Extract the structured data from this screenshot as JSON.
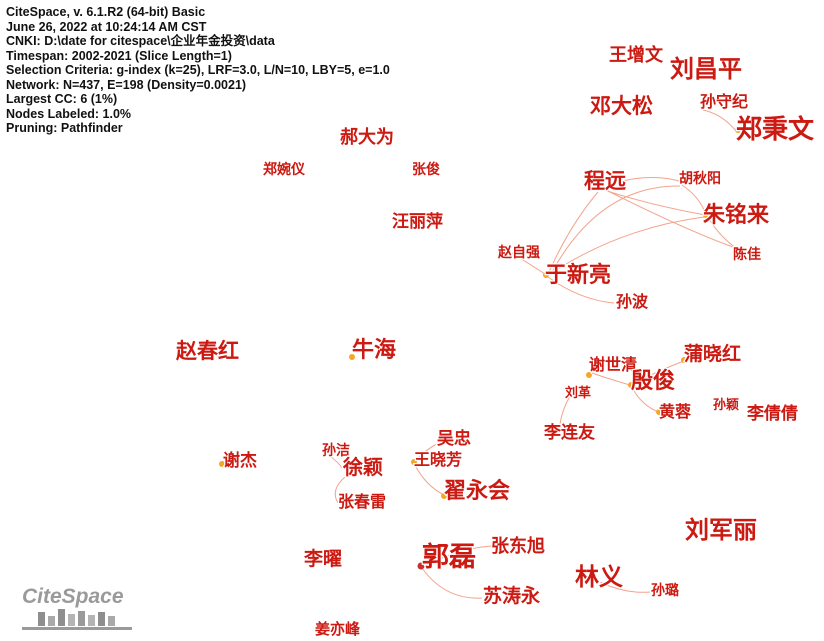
{
  "header": {
    "lines": [
      "CiteSpace, v. 6.1.R2 (64-bit) Basic",
      "June 26, 2022 at 10:24:14 AM CST",
      "CNKI: D:\\date for citespace\\企业年金投资\\data",
      "Timespan: 2002-2021 (Slice Length=1)",
      "Selection Criteria: g-index (k=25), LRF=3.0, L/N=10, LBY=5, e=1.0",
      "Network: N=437, E=198 (Density=0.0021)",
      "Largest CC: 6 (1%)",
      "Nodes Labeled: 1.0%",
      "Pruning: Pathfinder"
    ]
  },
  "logo": {
    "text": "CiteSpace"
  },
  "colors": {
    "label": "#cc1a12",
    "node": "#f5a623",
    "node_dark": "#c8302a",
    "link": "#f4a38c",
    "link_light": "#f7c39a"
  },
  "nodes": [
    {
      "id": "wangzengwen",
      "label": "王增文",
      "size": 18
    },
    {
      "id": "liuchangping",
      "label": "刘昌平",
      "size": 24
    },
    {
      "id": "dengdasong",
      "label": "邓大松",
      "size": 21
    },
    {
      "id": "sunshouji",
      "label": "孙守纪",
      "size": 16
    },
    {
      "id": "zhengbingwen",
      "label": "郑秉文",
      "size": 26
    },
    {
      "id": "haodawei",
      "label": "郝大为",
      "size": 18
    },
    {
      "id": "zhengwanyi",
      "label": "郑婉仪",
      "size": 14
    },
    {
      "id": "zhangjun",
      "label": "张俊",
      "size": 14
    },
    {
      "id": "chengyuan",
      "label": "程远",
      "size": 21
    },
    {
      "id": "huqiuyang",
      "label": "胡秋阳",
      "size": 14
    },
    {
      "id": "zhumingai",
      "label": "朱铭来",
      "size": 22
    },
    {
      "id": "wangliping",
      "label": "汪丽萍",
      "size": 17
    },
    {
      "id": "zhaoziqiang",
      "label": "赵自强",
      "size": 14
    },
    {
      "id": "chenjia",
      "label": "陈佳",
      "size": 14
    },
    {
      "id": "yuxinliang",
      "label": "于新亮",
      "size": 22
    },
    {
      "id": "sunbo",
      "label": "孙波",
      "size": 16
    },
    {
      "id": "zhaochunhong",
      "label": "赵春红",
      "size": 21
    },
    {
      "id": "niuhai",
      "label": "牛海",
      "size": 22
    },
    {
      "id": "puxiaohong",
      "label": "蒲晓红",
      "size": 19
    },
    {
      "id": "xieshiqing",
      "label": "谢世清",
      "size": 16
    },
    {
      "id": "yinjun",
      "label": "殷俊",
      "size": 22
    },
    {
      "id": "liuge",
      "label": "刘革",
      "size": 13
    },
    {
      "id": "huangrong",
      "label": "黄蓉",
      "size": 16
    },
    {
      "id": "sunying_r",
      "label": "孙颖",
      "size": 13
    },
    {
      "id": "liqianqian",
      "label": "李倩倩",
      "size": 17
    },
    {
      "id": "lilianyou",
      "label": "李连友",
      "size": 17
    },
    {
      "id": "wuzhong",
      "label": "吴忠",
      "size": 17
    },
    {
      "id": "xiejie",
      "label": "谢杰",
      "size": 17
    },
    {
      "id": "sunjie",
      "label": "孙洁",
      "size": 14
    },
    {
      "id": "wangxiaofang",
      "label": "王晓芳",
      "size": 16
    },
    {
      "id": "xuying",
      "label": "徐颖",
      "size": 20
    },
    {
      "id": "diyonghui",
      "label": "翟永会",
      "size": 22
    },
    {
      "id": "zhangchunlei",
      "label": "张春雷",
      "size": 16
    },
    {
      "id": "liujunli",
      "label": "刘军丽",
      "size": 24
    },
    {
      "id": "zhangdongxu",
      "label": "张东旭",
      "size": 18
    },
    {
      "id": "liyao",
      "label": "李曜",
      "size": 19
    },
    {
      "id": "guolei",
      "label": "郭磊",
      "size": 27
    },
    {
      "id": "linyi",
      "label": "林义",
      "size": 24
    },
    {
      "id": "sunlu",
      "label": "孙璐",
      "size": 14
    },
    {
      "id": "sutaoyong",
      "label": "苏涛永",
      "size": 19
    },
    {
      "id": "jiangyifeng",
      "label": "姜亦峰",
      "size": 15
    }
  ]
}
